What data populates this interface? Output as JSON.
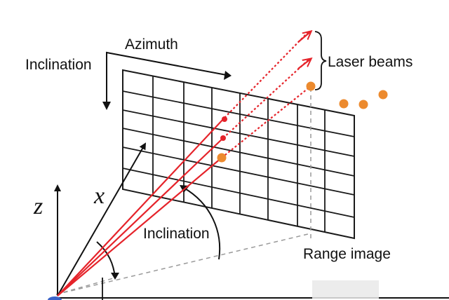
{
  "labels": {
    "azimuth": "Azimuth",
    "inclination_top": "Inclination",
    "laser_beams": "Laser beams",
    "inclination_angle": "Inclination",
    "range_image": "Range image",
    "z_axis": "z",
    "x_axis": "x"
  },
  "colors": {
    "beam": "#e5232a",
    "point": "#ec8a2e",
    "grid": "#1a1a1a",
    "dashed": "#9a9a9a",
    "origin": "#3a63c8",
    "text": "#111111"
  }
}
